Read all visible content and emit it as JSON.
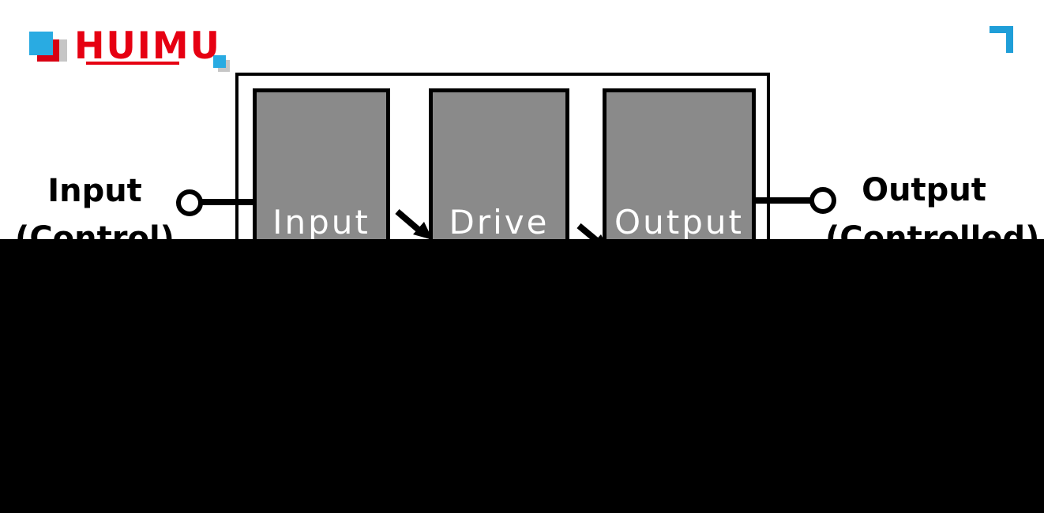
{
  "brand": {
    "name": "HUIMU",
    "wordmark_color": "#e60012",
    "accent_blue": "#29abe2",
    "corner_accent_blue": "#1f9ed8",
    "shadow_gray": "#c6c6c6"
  },
  "diagram": {
    "blocks": [
      {
        "label": "Input"
      },
      {
        "label": "Drive"
      },
      {
        "label": "Output"
      }
    ],
    "block_fill": "#8a8a8a",
    "block_border": "#000000",
    "block_label_color": "#ffffff",
    "left_label": {
      "line1": "Input",
      "line2": "(Control)"
    },
    "right_label": {
      "line1": "Output",
      "line2": "(Controlled)"
    }
  },
  "overlay": {
    "color": "#000000"
  }
}
